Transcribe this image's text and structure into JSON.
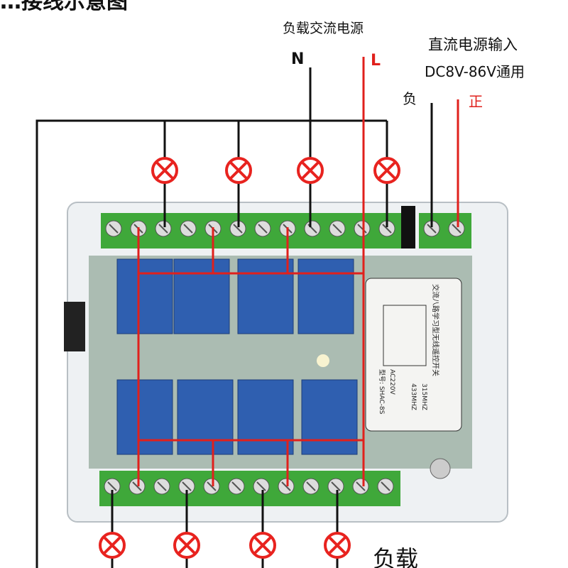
{
  "header": {
    "title_partial": "…接线示意图"
  },
  "labels": {
    "ac_source": "负载交流电源",
    "neutral": "N",
    "live": "L",
    "dc_input": "直流电源输入",
    "dc_range": "DC8V-86V通用",
    "negative": "负",
    "positive": "正",
    "load": "负载"
  },
  "module_label": {
    "text": "交流八路学习型无线遥控开关",
    "model": "型号: SHAC-8S",
    "voltage": "AC220V",
    "freq_a": "315MHZ",
    "freq_b": "433MHZ"
  },
  "colors": {
    "wire_black": "#111111",
    "wire_red": "#e0201c",
    "lamp_red": "#e8231f",
    "terminal_green": "#3fa83a",
    "relay_blue": "#2f5fb0"
  },
  "counts": {
    "top_lamps": 4,
    "bottom_lamps": 4,
    "relays": 8
  }
}
